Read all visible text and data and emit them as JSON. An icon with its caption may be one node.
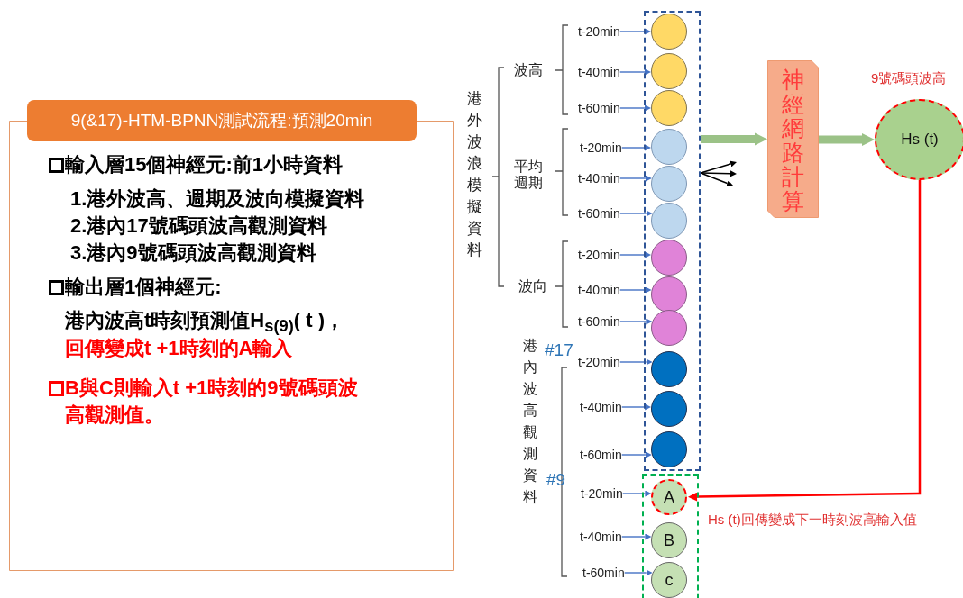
{
  "diagram": {
    "nodes": [
      {
        "text": [
          "9(&17)-HTM-BPNN測試流程:預測20min",
          "輸入層15個神經元:前1小時資料",
          "1.港外波高、週期及波向模擬資料",
          "2.港內17號碼頭波高觀測資料",
          "3.港內9號碼頭波高觀測資料",
          "輸出層1個神經元:",
          "港內波高t時刻預測值H$_{s(9)}$( t )，",
          "回傳變成t +1時刻的A輸入",
          "B與C則輸入t +1時刻的9號碼頭波高觀測值。"
        ]
      },
      {
        "text": [],
        "shape": "box"
      },
      {
        "text": [],
        "shape": "circle",
        "in": 1
      },
      {
        "text": [],
        "shape": "circle",
        "in": 1
      },
      {
        "text": [],
        "shape": "circle",
        "in": 1
      },
      {
        "text": [],
        "shape": "circle",
        "in": 1
      },
      {
        "text": [],
        "shape": "circle",
        "in": 1
      },
      {
        "text": [],
        "shape": "circle",
        "in": 1
      },
      {
        "text": [],
        "shape": "circle",
        "in": 1
      },
      {
        "text": [],
        "shape": "circle",
        "in": 1
      },
      {
        "text": [],
        "shape": "circle",
        "in": 1
      },
      {
        "text": [],
        "shape": "circle",
        "in": 1
      },
      {
        "text": [],
        "shape": "circle",
        "in": 1
      },
      {
        "text": [],
        "shape": "circle",
        "in": 1
      },
      {
        "text": [],
        "shape": "box"
      },
      {
        "text": [
          "A"
        ],
        "in": 14
      },
      {
        "text": [
          "B"
        ],
        "in": 14
      },
      {
        "text": [
          "c"
        ],
        "in": 14
      },
      {
        "text": [
          "t-20min"
        ]
      },
      {
        "text": [
          "t-40min"
        ]
      },
      {
        "text": [
          "t-60min"
        ]
      },
      {
        "text": [
          "t-20min"
        ]
      },
      {
        "text": [
          "t-40min"
        ]
      },
      {
        "text": [
          "t-60min"
        ]
      },
      {
        "text": [
          "t-20min"
        ]
      },
      {
        "text": [
          "t-40min"
        ]
      },
      {
        "text": [
          "t-60min"
        ]
      },
      {
        "text": [
          "t-20min"
        ]
      },
      {
        "text": [
          "t-40min"
        ]
      },
      {
        "text": [
          "t-60min"
        ]
      },
      {
        "text": [
          "t-20min"
        ]
      },
      {
        "text": [
          "t-40min"
        ]
      },
      {
        "text": [
          "t-60min"
        ]
      },
      {
        "text": [
          "神經網路計算"
        ]
      },
      {
        "text": [
          "Hs (t)"
        ],
        "beside": [
          "9號碼頭波高"
        ]
      }
    ],
    "edges": [
      {
        "from": 18,
        "to": 2,
        "arrow": "to"
      },
      {
        "from": 19,
        "to": 3,
        "arrow": "to"
      },
      {
        "from": 20,
        "to": 4,
        "arrow": "to"
      },
      {
        "from": 21,
        "to": 5,
        "arrow": "to"
      },
      {
        "from": 22,
        "to": 6,
        "arrow": "to"
      },
      {
        "from": 23,
        "to": 7,
        "arrow": "to"
      },
      {
        "from": 24,
        "to": 8,
        "arrow": "to"
      },
      {
        "from": 25,
        "to": 9,
        "arrow": "to"
      },
      {
        "from": 26,
        "to": 10,
        "arrow": "to"
      },
      {
        "from": 27,
        "to": 11,
        "arrow": "to"
      },
      {
        "from": 28,
        "to": 12,
        "arrow": "to"
      },
      {
        "from": 29,
        "to": 13,
        "arrow": "to"
      },
      {
        "from": 30,
        "to": 15,
        "arrow": "to"
      },
      {
        "from": 31,
        "to": 16,
        "arrow": "to"
      },
      {
        "from": 32,
        "to": 17,
        "arrow": "to"
      },
      {
        "from": 1,
        "to": 33,
        "arrow": "to",
        "style": "thick",
        "color": "#9bc287"
      },
      {
        "from": 33,
        "to": 34,
        "arrow": "to",
        "style": "thick",
        "color": "#9bc287"
      },
      {
        "from": 34,
        "to": 15,
        "arrow": "to",
        "label": "Hs (t)回傳變成下一時刻波高輸入值",
        "color": "#ff0000"
      },
      {
        "from": 1,
        "to": null,
        "arrow": "to",
        "color": "#000000"
      },
      {
        "from": 1,
        "to": null,
        "arrow": "to",
        "color": "#000000"
      },
      {
        "from": 1,
        "to": null,
        "arrow": "to",
        "color": "#000000"
      }
    ],
    "labels": [
      "港外波浪模擬資料",
      "波高",
      "平均週期",
      "波向",
      "港內波高觀測資料",
      "#17",
      "#9"
    ]
  }
}
